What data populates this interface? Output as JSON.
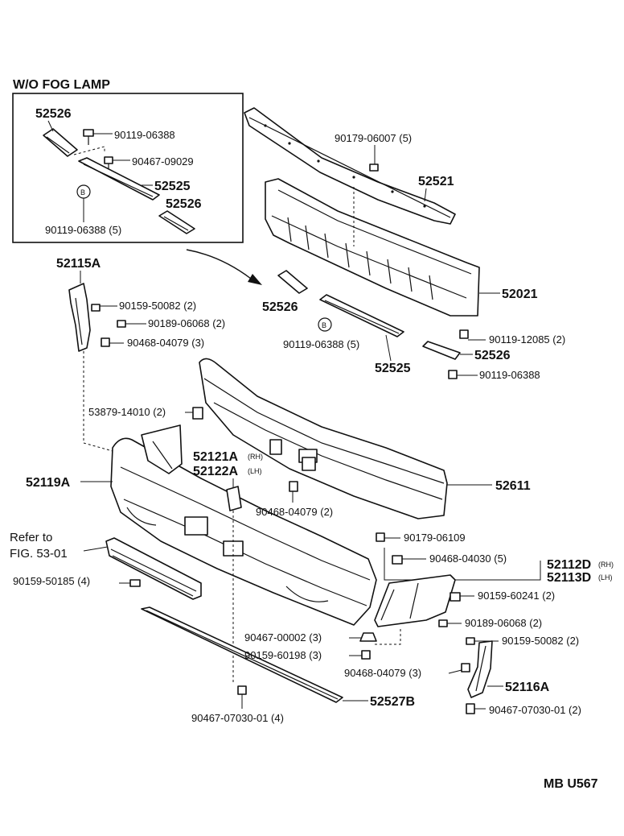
{
  "header": {
    "variant": "W/O FOG  LAMP"
  },
  "inset_labels": {
    "p52526_top": "52526",
    "bolt_90119_06388": "90119-06388",
    "bolt_90467_09029": "90467-09029",
    "p52525": "52525",
    "p52526_bottom": "52526",
    "bolt_90119_06388_5": "90119-06388 (5)",
    "b_marker": "B"
  },
  "labels": {
    "l_52115A": "52115A",
    "l_90159_50082_2_left": "90159-50082 (2)",
    "l_90189_06068_2_left": "90189-06068 (2)",
    "l_90468_04079_3_left": "90468-04079 (3)",
    "l_90179_06007_5": "90179-06007 (5)",
    "l_52521": "52521",
    "l_52021": "52021",
    "l_52526_mid": "52526",
    "l_90119_06388_5_mid": "90119-06388 (5)",
    "l_52525_mid": "52525",
    "l_90119_12085_2": "90119-12085 (2)",
    "l_52526_right": "52526",
    "l_90119_06388_right": "90119-06388",
    "l_53879_14010_2": "53879-14010 (2)",
    "l_52121A": "52121A",
    "l_52121A_sub": "(RH)",
    "l_52122A": "52122A",
    "l_52122A_sub": "(LH)",
    "l_52119A": "52119A",
    "l_52611": "52611",
    "l_90468_04079_2": "90468-04079 (2)",
    "l_refer": "Refer to",
    "l_fig": "FIG. 53-01",
    "l_90159_50185_4": "90159-50185 (4)",
    "l_90179_06109": "90179-06109",
    "l_90468_04030_5": "90468-04030 (5)",
    "l_52112D": "52112D",
    "l_52112D_sub": "(RH)",
    "l_52113D": "52113D",
    "l_52113D_sub": "(LH)",
    "l_90159_60241_2": "90159-60241 (2)",
    "l_90467_00002_3": "90467-00002 (3)",
    "l_90159_60198_3": "90159-60198 (3)",
    "l_90189_06068_2_right": "90189-06068 (2)",
    "l_90159_50082_2_right": "90159-50082 (2)",
    "l_90468_04079_3_right": "90468-04079 (3)",
    "l_52116A": "52116A",
    "l_52527B": "52527B",
    "l_90467_07030_01_4": "90467-07030-01 (4)",
    "l_90467_07030_01_2": "90467-07030-01 (2)",
    "b_marker_mid": "B",
    "footer_code": "MB U567"
  }
}
